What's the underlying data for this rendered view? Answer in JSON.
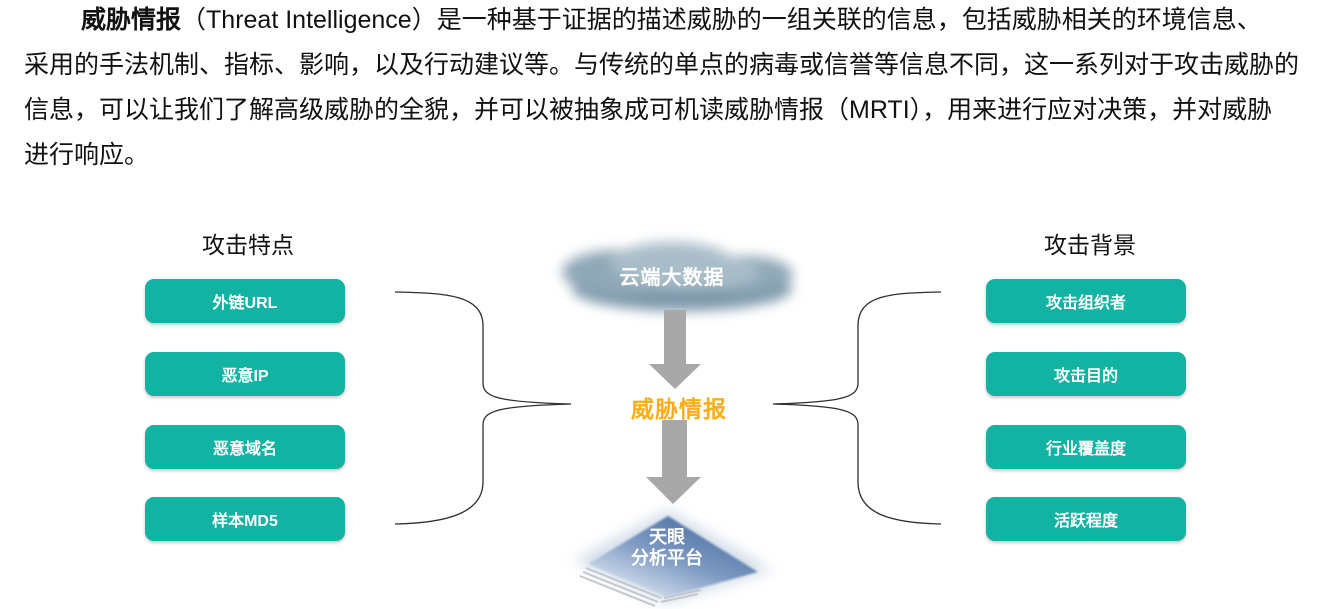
{
  "intro": {
    "lines": [
      {
        "bold": "威胁情报",
        "text": "（Threat Intelligence）是一种基于证据的描述威胁的一组关联的信息，包括威胁相关的环境信息、"
      },
      {
        "bold": "",
        "text": "采用的手法机制、指标、影响，以及行动建议等。与传统的单点的病毒或信誉等信息不同，这一系列对于攻击威胁的"
      },
      {
        "bold": "",
        "text": "信息，可以让我们了解高级威胁的全貌，并可以被抽象成可机读威胁情报（MRTI），用来进行应对决策，并对威胁"
      },
      {
        "bold": "",
        "text": "进行响应。"
      }
    ]
  },
  "figure": {
    "left_group": {
      "title": "攻击特点",
      "items": [
        "外链URL",
        "恶意IP",
        "恶意域名",
        "样本MD5"
      ]
    },
    "right_group": {
      "title": "攻击背景",
      "items": [
        "攻击组织者",
        "攻击目的",
        "行业覆盖度",
        "活跃程度"
      ]
    },
    "center": {
      "cloud_label": "云端大数据",
      "core_label": "威胁情报",
      "platform_label_line1": "天眼",
      "platform_label_line2": "分析平台"
    }
  },
  "colors": {
    "teal": "#12B3A2",
    "orange": "#FBAD1A",
    "arrow-gray": "#A8A8A8",
    "cloud-blue": "#8FA8B7",
    "platform-blue": "#4A6FA3",
    "brace": "#2F2F2F",
    "text": "#111111"
  }
}
